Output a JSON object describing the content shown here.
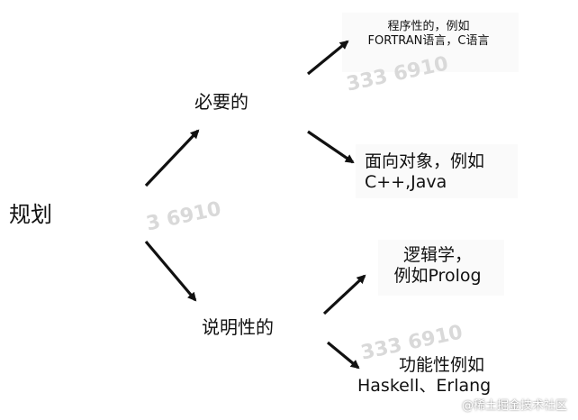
{
  "root": {
    "label": "规划"
  },
  "branches": [
    {
      "label": "必要的",
      "children": [
        {
          "lines": [
            "程序性的，例如",
            "FORTRAN语言，C语言"
          ]
        },
        {
          "lines": [
            "面向对象，例如",
            "C++,Java"
          ]
        }
      ]
    },
    {
      "label": "说明性的",
      "children": [
        {
          "lines": [
            "逻辑学，",
            "例如Prolog"
          ]
        },
        {
          "lines": [
            "功能性例如",
            "Haskell、Erlang"
          ]
        }
      ]
    }
  ],
  "watermarks": {
    "number_a": "333 6910",
    "number_b": "3 6910",
    "number_c": "333 6910"
  },
  "site_watermark": "@稀土掘金技术社区",
  "colors": {
    "text": "#111111",
    "arrow": "#111111",
    "watermark": "#d9d9d9"
  }
}
